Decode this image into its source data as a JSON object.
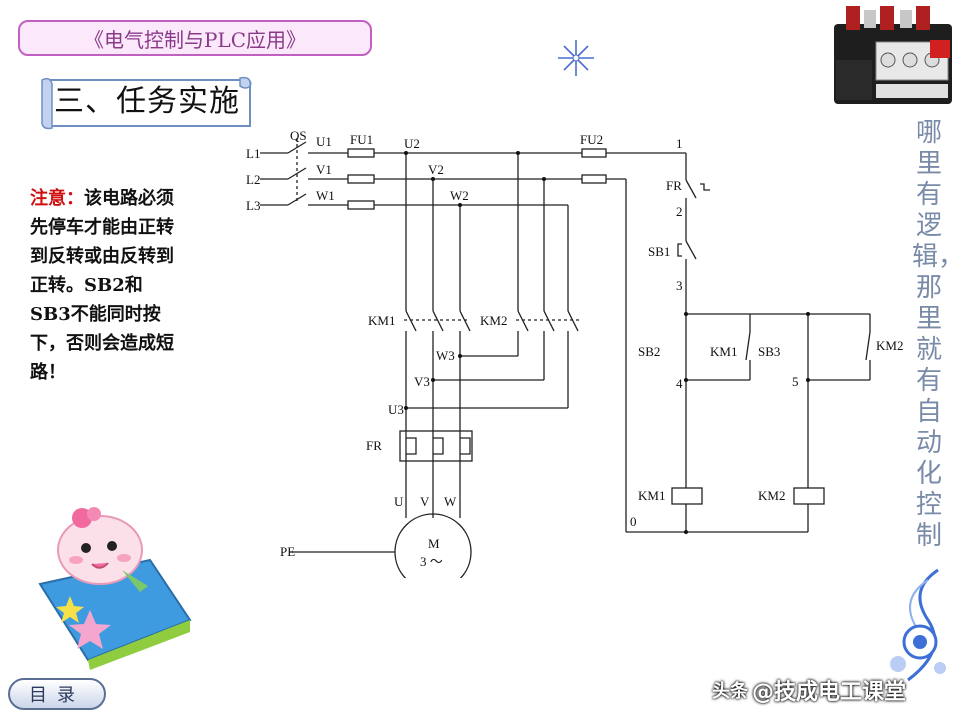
{
  "header": {
    "course_title": "《电气控制与PLC应用》",
    "section_title": "三、任务实施"
  },
  "note": {
    "label": "注意：",
    "text": "该电路必须先停车才能由正转到反转或由反转到正转。SB2和SB3不能同时按下，否则会造成短路！"
  },
  "side_slogan": "哪里有逻辑，那里就有自动化控制",
  "nav": {
    "toc_label": "目录"
  },
  "watermark": {
    "brand": "头条",
    "handle": "@技成电工课堂"
  },
  "diagram": {
    "main_circuit": {
      "lines": [
        "L1",
        "L2",
        "L3"
      ],
      "switch": "QS",
      "fuse_main": "FU1",
      "nodes_after_switch": [
        "U1",
        "V1",
        "W1"
      ],
      "nodes_after_fuse": [
        "U2",
        "V2",
        "W2"
      ],
      "contactor_forward": "KM1",
      "contactor_reverse": "KM2",
      "nodes_after_contactors": [
        "U3",
        "V3",
        "W3"
      ],
      "overload_relay": "FR",
      "motor_terminals": [
        "U",
        "V",
        "W"
      ],
      "motor_label": "M",
      "motor_sub": "3 ～",
      "earth": "PE"
    },
    "control_circuit": {
      "fuse": "FU2",
      "fr_contact": "FR",
      "stop_button": "SB1",
      "forward_button": "SB2",
      "reverse_button": "SB3",
      "km1_aux": "KM1",
      "km2_aux": "KM2",
      "km1_coil": "KM1",
      "km2_coil": "KM2",
      "nodes": [
        "1",
        "2",
        "3",
        "4",
        "5",
        "0"
      ]
    }
  },
  "colors": {
    "title_border": "#c060c0",
    "title_fill": "#fbe9fb",
    "note_label": "#d01010",
    "slogan": "#7a8ba8",
    "banner": "#6f8fc4"
  }
}
